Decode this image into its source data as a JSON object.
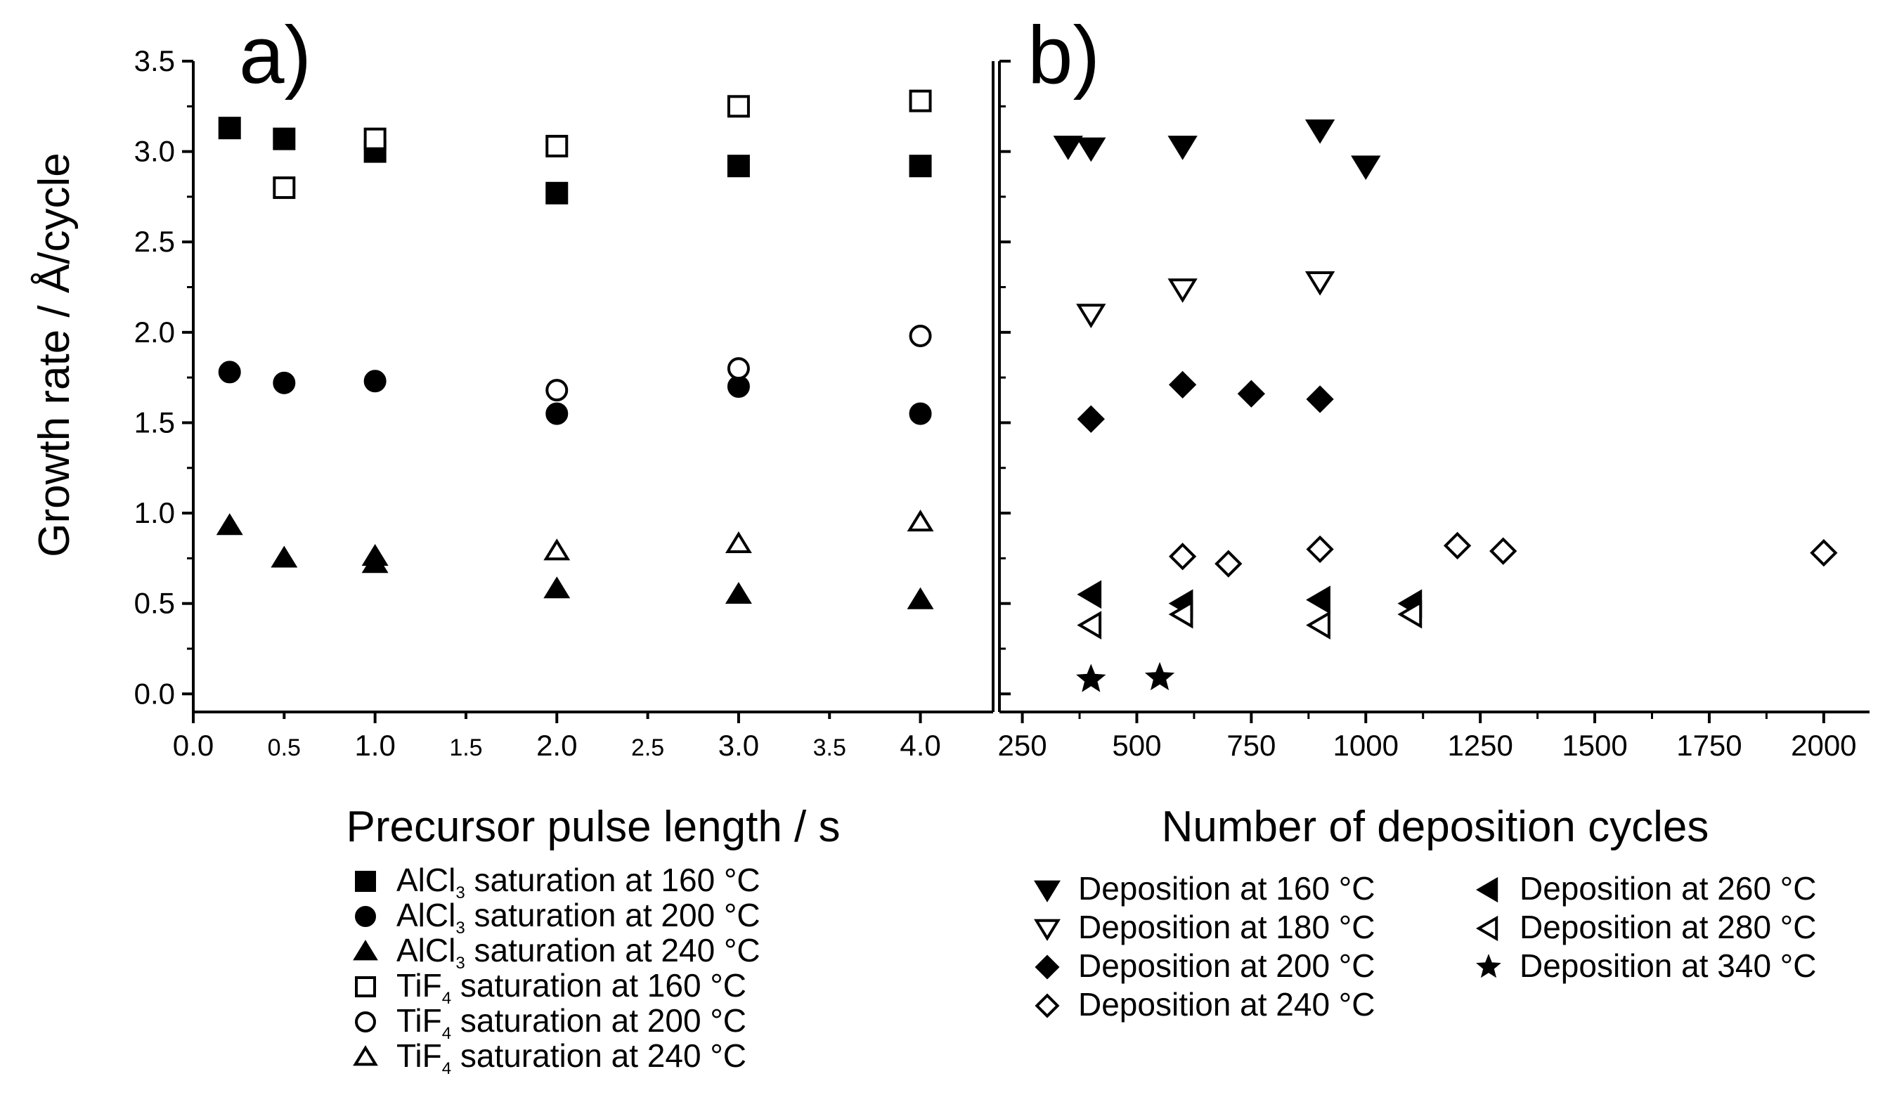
{
  "chart_data": [
    {
      "type": "scatter",
      "panel_label": "a)",
      "ylabel": "Growth rate / Å/cycle",
      "xlabel": "Precursor pulse length / s",
      "xlim": [
        0,
        4.4
      ],
      "ylim": [
        -0.1,
        3.5
      ],
      "xticks": [
        "0.0",
        "0.5",
        "1.0",
        "1.5",
        "2.0",
        "2.5",
        "3.0",
        "3.5",
        "4.0"
      ],
      "xtick_values": [
        0,
        0.5,
        1,
        1.5,
        2,
        2.5,
        3,
        3.5,
        4
      ],
      "yticks": [
        "0.0",
        "0.5",
        "1.0",
        "1.5",
        "2.0",
        "2.5",
        "3.0",
        "3.5"
      ],
      "ytick_values": [
        0,
        0.5,
        1,
        1.5,
        2,
        2.5,
        3,
        3.5
      ],
      "grid": false,
      "legend_position": "below",
      "series": [
        {
          "legend": {
            "pre": "AlCl",
            "sub": "3",
            "post": " saturation at 160 °C"
          },
          "marker": "square",
          "filled": true,
          "points": [
            [
              0.2,
              3.13
            ],
            [
              0.5,
              3.07
            ],
            [
              1.0,
              3.0
            ],
            [
              2.0,
              2.77
            ],
            [
              3.0,
              2.92
            ],
            [
              4.0,
              2.92
            ]
          ]
        },
        {
          "legend": {
            "pre": "AlCl",
            "sub": "3",
            "post": " saturation at 200 °C"
          },
          "marker": "circle",
          "filled": true,
          "points": [
            [
              0.2,
              1.78
            ],
            [
              0.5,
              1.72
            ],
            [
              1.0,
              1.73
            ],
            [
              2.0,
              1.55
            ],
            [
              3.0,
              1.7
            ],
            [
              4.0,
              1.55
            ]
          ]
        },
        {
          "legend": {
            "pre": "AlCl",
            "sub": "3",
            "post": " saturation at 240 °C"
          },
          "marker": "triangle-up",
          "filled": true,
          "points": [
            [
              0.2,
              0.93
            ],
            [
              0.5,
              0.75
            ],
            [
              1.0,
              0.72
            ],
            [
              1.0,
              0.76
            ],
            [
              2.0,
              0.58
            ],
            [
              3.0,
              0.55
            ],
            [
              4.0,
              0.52
            ]
          ]
        },
        {
          "legend": {
            "pre": "TiF",
            "sub": "4",
            "post": " saturation at 160 °C"
          },
          "marker": "square",
          "filled": false,
          "points": [
            [
              0.5,
              2.8
            ],
            [
              1.0,
              3.07
            ],
            [
              2.0,
              3.03
            ],
            [
              3.0,
              3.25
            ],
            [
              4.0,
              3.28
            ]
          ]
        },
        {
          "legend": {
            "pre": "TiF",
            "sub": "4",
            "post": " saturation at 200 °C"
          },
          "marker": "circle",
          "filled": false,
          "points": [
            [
              2.0,
              1.68
            ],
            [
              3.0,
              1.8
            ],
            [
              4.0,
              1.98
            ]
          ]
        },
        {
          "legend": {
            "pre": "TiF",
            "sub": "4",
            "post": " saturation at 240 °C"
          },
          "marker": "triangle-up",
          "filled": false,
          "points": [
            [
              2.0,
              0.79
            ],
            [
              3.0,
              0.83
            ],
            [
              4.0,
              0.95
            ]
          ]
        }
      ]
    },
    {
      "type": "scatter",
      "panel_label": "b)",
      "xlabel": "Number of deposition cycles",
      "xlim": [
        200,
        2100
      ],
      "ylim": [
        -0.1,
        3.5
      ],
      "xticks": [
        "250",
        "500",
        "750",
        "1000",
        "1250",
        "1500",
        "1750",
        "2000"
      ],
      "xtick_values": [
        250,
        500,
        750,
        1000,
        1250,
        1500,
        1750,
        2000
      ],
      "grid": false,
      "legend_position": "below",
      "series": [
        {
          "legend": {
            "pre": "Deposition at 160 °C",
            "sub": "",
            "post": ""
          },
          "marker": "triangle-down",
          "filled": true,
          "points": [
            [
              350,
              3.03
            ],
            [
              400,
              3.02
            ],
            [
              600,
              3.03
            ],
            [
              900,
              3.12
            ],
            [
              1000,
              2.92
            ]
          ]
        },
        {
          "legend": {
            "pre": "Deposition at 180 °C",
            "sub": "",
            "post": ""
          },
          "marker": "triangle-down",
          "filled": false,
          "points": [
            [
              400,
              2.1
            ],
            [
              600,
              2.24
            ],
            [
              900,
              2.28
            ]
          ]
        },
        {
          "legend": {
            "pre": "Deposition at 200 °C",
            "sub": "",
            "post": ""
          },
          "marker": "diamond",
          "filled": true,
          "points": [
            [
              400,
              1.52
            ],
            [
              600,
              1.71
            ],
            [
              750,
              1.66
            ],
            [
              900,
              1.63
            ]
          ]
        },
        {
          "legend": {
            "pre": "Deposition at 240 °C",
            "sub": "",
            "post": ""
          },
          "marker": "diamond",
          "filled": false,
          "points": [
            [
              600,
              0.76
            ],
            [
              700,
              0.72
            ],
            [
              900,
              0.8
            ],
            [
              1200,
              0.82
            ],
            [
              1300,
              0.79
            ],
            [
              2000,
              0.78
            ]
          ]
        },
        {
          "legend": {
            "pre": "Deposition at 260 °C",
            "sub": "",
            "post": ""
          },
          "marker": "triangle-left",
          "filled": true,
          "points": [
            [
              400,
              0.55
            ],
            [
              600,
              0.5
            ],
            [
              900,
              0.52
            ],
            [
              1100,
              0.5
            ]
          ]
        },
        {
          "legend": {
            "pre": "Deposition at 280 °C",
            "sub": "",
            "post": ""
          },
          "marker": "triangle-left",
          "filled": false,
          "points": [
            [
              400,
              0.38
            ],
            [
              600,
              0.44
            ],
            [
              900,
              0.38
            ],
            [
              1100,
              0.44
            ]
          ]
        },
        {
          "legend": {
            "pre": "Deposition at 340 °C",
            "sub": "",
            "post": ""
          },
          "marker": "star",
          "filled": true,
          "points": [
            [
              400,
              0.08
            ],
            [
              550,
              0.09
            ]
          ]
        }
      ]
    }
  ]
}
